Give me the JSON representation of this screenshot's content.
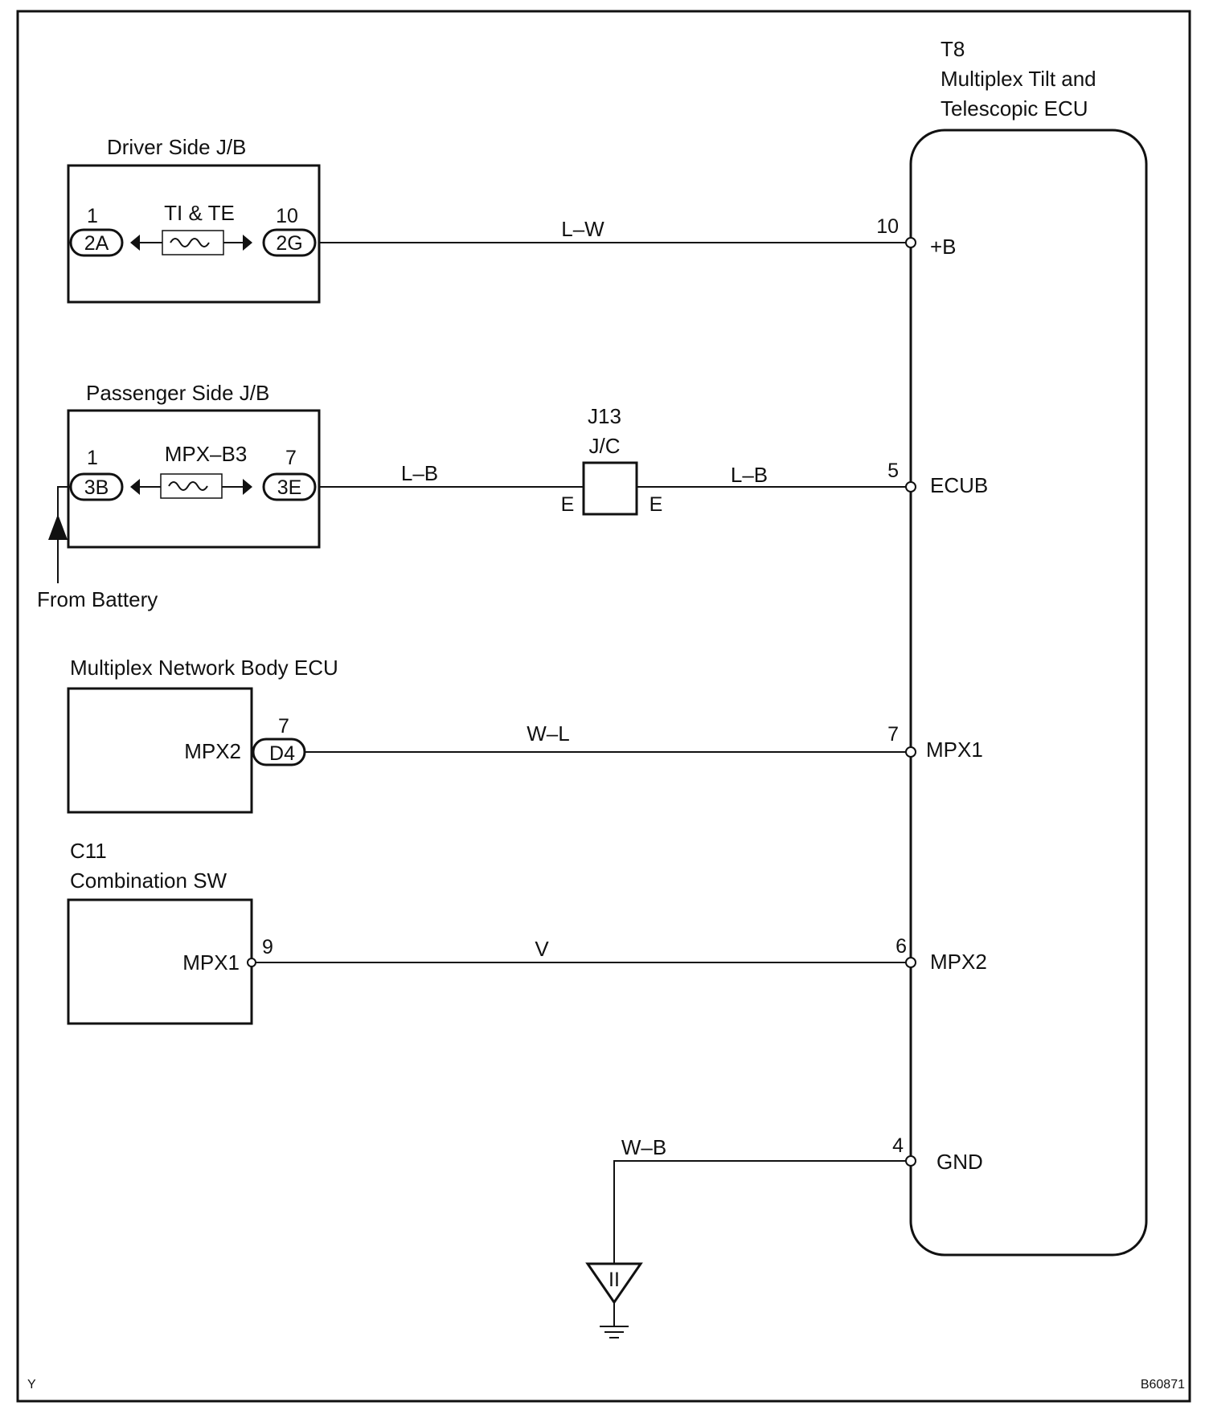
{
  "ecu_t8": {
    "code": "T8",
    "name_line1": "Multiplex Tilt and",
    "name_line2": "Telescopic ECU",
    "terminals": [
      {
        "pin": "10",
        "name": "+B"
      },
      {
        "pin": "5",
        "name": "ECUB"
      },
      {
        "pin": "7",
        "name": "MPX1"
      },
      {
        "pin": "6",
        "name": "MPX2"
      },
      {
        "pin": "4",
        "name": "GND"
      }
    ]
  },
  "driver_jb": {
    "title": "Driver Side J/B",
    "fuse": "TI & TE",
    "left_pin": "1",
    "left_conn": "2A",
    "right_pin": "10",
    "right_conn": "2G"
  },
  "passenger_jb": {
    "title": "Passenger Side J/B",
    "fuse": "MPX–B3",
    "left_pin": "1",
    "left_conn": "3B",
    "right_pin": "7",
    "right_conn": "3E",
    "battery_label": "From Battery"
  },
  "junction": {
    "code": "J13",
    "name": "J/C",
    "left_pin": "E",
    "right_pin": "E"
  },
  "body_ecu": {
    "title": "Multiplex Network Body ECU",
    "terminal": "MPX2",
    "pin": "7",
    "conn": "D4"
  },
  "combination_sw": {
    "code": "C11",
    "title": "Combination SW",
    "terminal": "MPX1",
    "pin": "9"
  },
  "wires": {
    "plus_b": "L–W",
    "ecub_left": "L–B",
    "ecub_right": "L–B",
    "mpx1": "W–L",
    "mpx2": "V",
    "gnd": "W–B"
  },
  "ground_symbol": "II",
  "footer": {
    "left": "Y",
    "right": "B60871"
  }
}
